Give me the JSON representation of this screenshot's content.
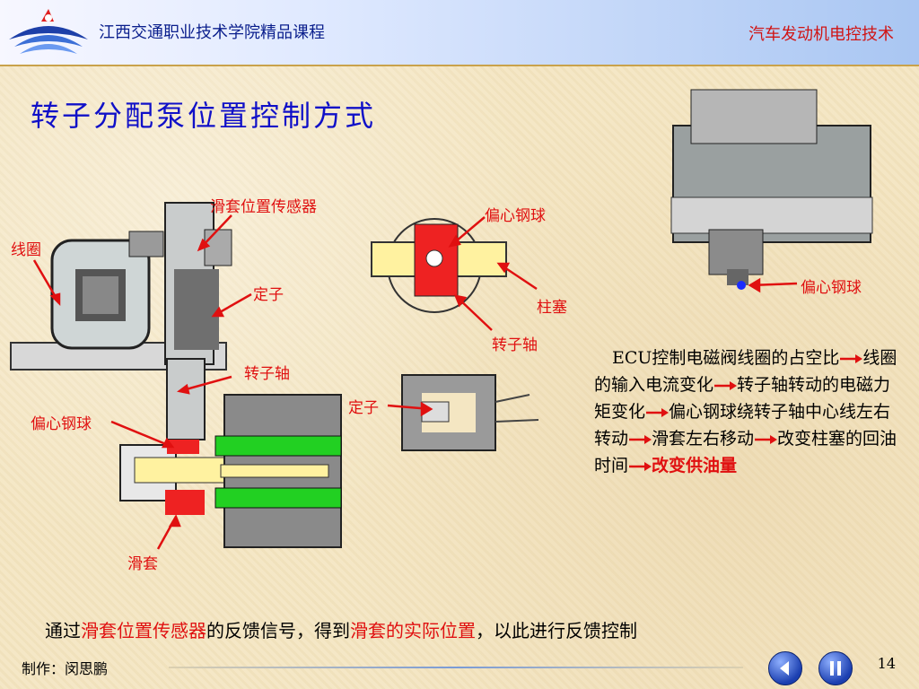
{
  "header": {
    "school": "江西交通职业技术学院精品课程",
    "course": "汽车发动机电控技术"
  },
  "title": "转子分配泵位置控制方式",
  "labels": {
    "sleeve_sensor": "滑套位置传感器",
    "coil": "线圈",
    "stator_left": "定子",
    "rotor_shaft_left": "转子轴",
    "eccentric_ball_left": "偏心钢球",
    "sleeve": "滑套",
    "eccentric_ball_mid": "偏心钢球",
    "plunger": "柱塞",
    "rotor_shaft_mid": "转子轴",
    "stator_mid": "定子",
    "eccentric_ball_right": "偏心钢球"
  },
  "paragraph": {
    "p1": "ECU控制电磁阀线圈的占空比",
    "p2": "线圈的输入电流变化",
    "p3": "转子轴转动的电磁力矩变化",
    "p4": "偏心钢球绕转子轴中心线左右转动",
    "p5": "滑套左右移动",
    "p6": "改变柱塞的回油时间",
    "p7": "改变供油量"
  },
  "bottom": {
    "t1": "通过",
    "t2": "滑套位置传感器",
    "t3": "的反馈信号，得到",
    "t4": "滑套的实际位置",
    "t5": "，以此进行反馈控制"
  },
  "footer": {
    "author": "制作：闵思鹏",
    "page": "14"
  },
  "colors": {
    "accent_red": "#e01010",
    "title_blue": "#1010c8",
    "part_green": "#22d022",
    "part_yellow": "#fff2a0"
  }
}
